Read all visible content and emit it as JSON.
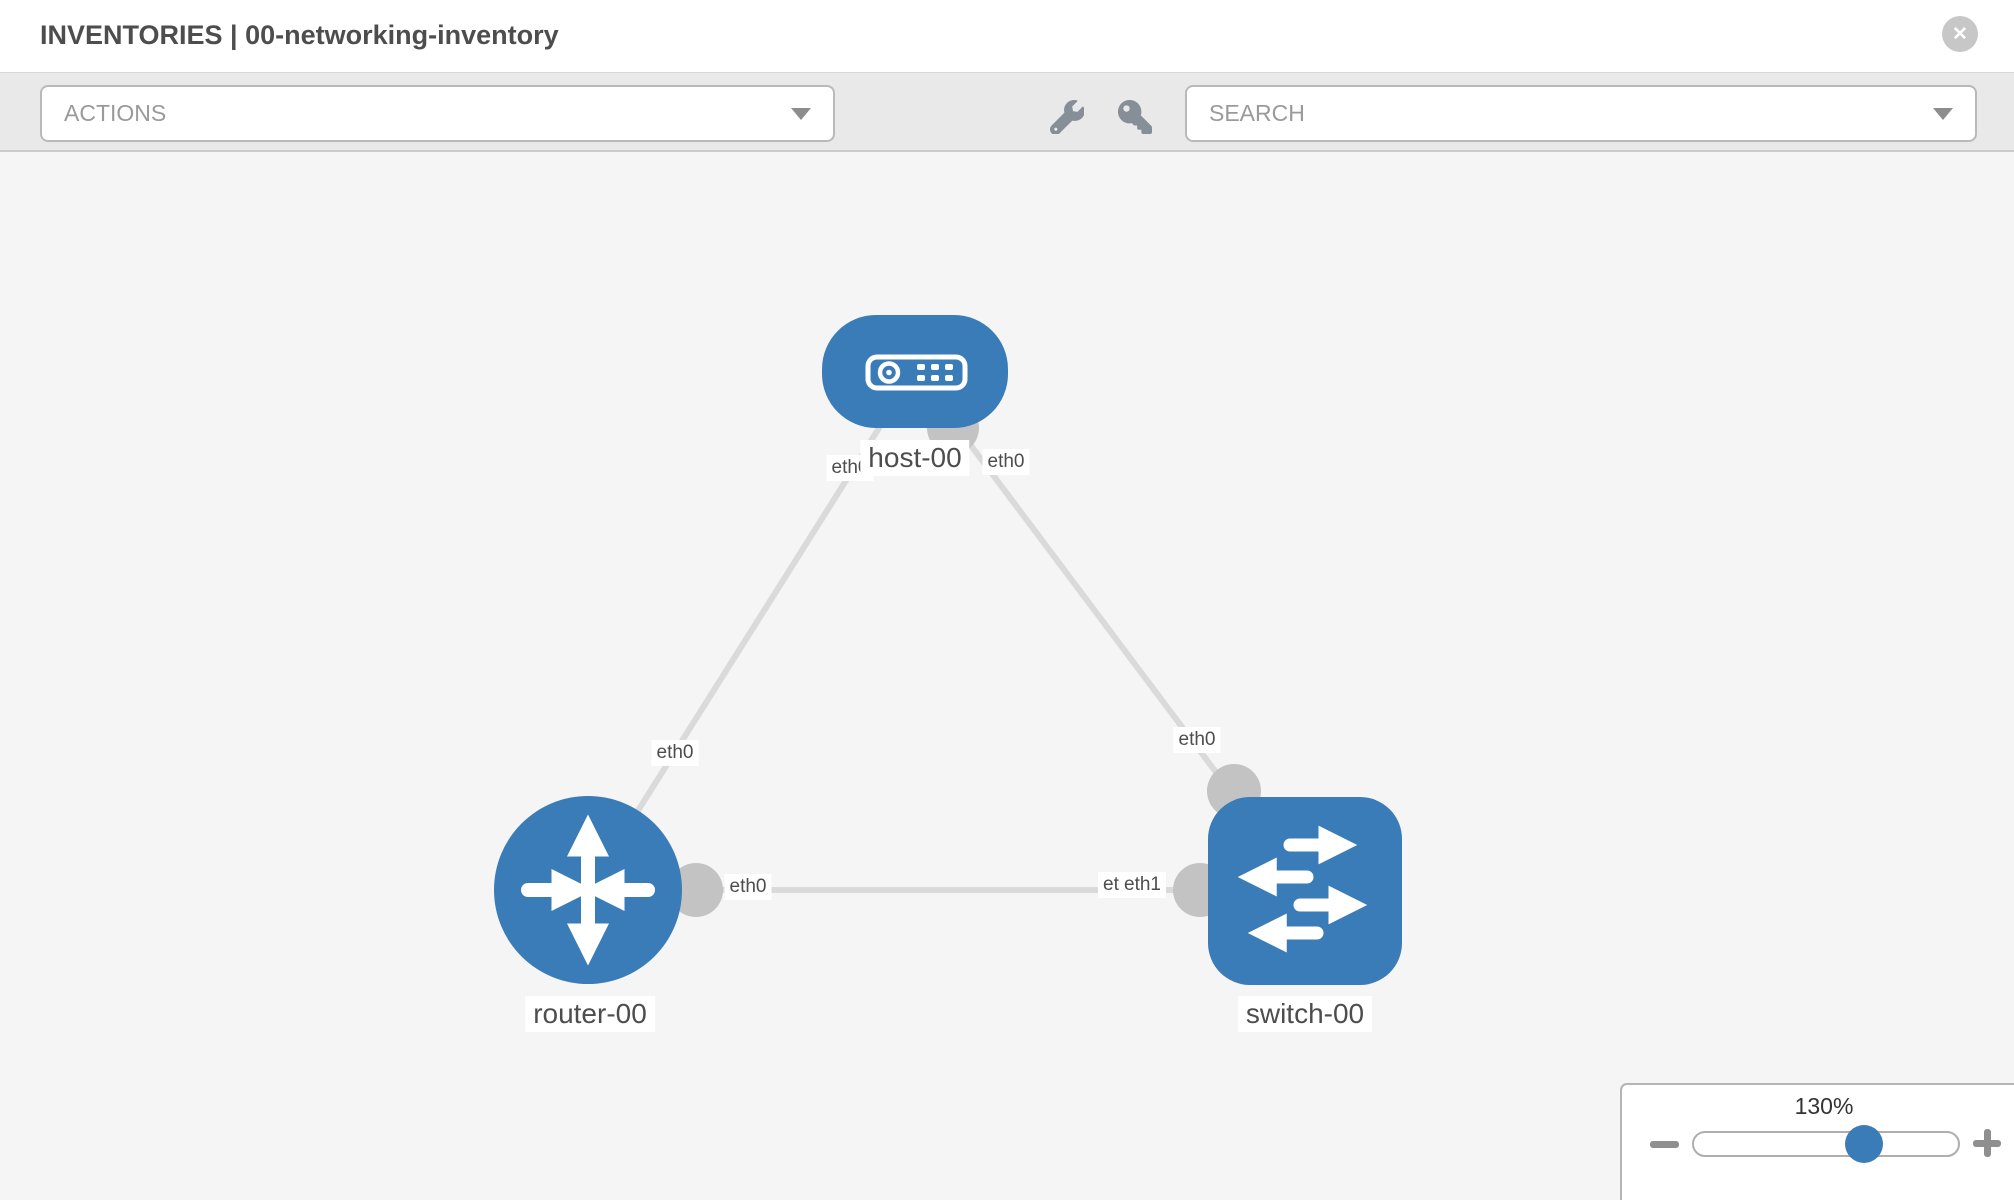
{
  "header": {
    "title": "INVENTORIES | 00-networking-inventory",
    "close_glyph": "✕"
  },
  "toolbar": {
    "actions_label": "ACTIONS",
    "search_placeholder": "SEARCH",
    "icons": [
      "wrench-icon",
      "key-icon"
    ]
  },
  "topology": {
    "nodes": [
      {
        "label": "host-00",
        "type": "host"
      },
      {
        "label": "router-00",
        "type": "router"
      },
      {
        "label": "switch-00",
        "type": "switch"
      }
    ],
    "links": [
      {
        "from": "router-00",
        "from_if": "eth0",
        "to": "host-00",
        "to_if": "eth0"
      },
      {
        "from": "switch-00",
        "from_if": "eth0",
        "to": "host-00",
        "to_if": "eth0"
      },
      {
        "from": "router-00",
        "from_if": "eth0",
        "to": "switch-00",
        "to_if": "eth1"
      }
    ],
    "interfaces": {
      "host_left": "eth0",
      "host_right": "eth0",
      "router_top": "eth0",
      "router_right": "eth0",
      "switch_left_under": "eth0",
      "switch_left": "eth1",
      "switch_top": "eth0"
    }
  },
  "zoom_control": {
    "level": "130%",
    "minus": "zoom-out",
    "plus": "zoom-in"
  },
  "colors": {
    "node_blue": "#3a7cb8",
    "link_gray": "#dadada",
    "connector_gray": "#c3c3c3",
    "canvas_bg": "#f5f5f5",
    "toolbar_bg": "#e9e9e9"
  }
}
